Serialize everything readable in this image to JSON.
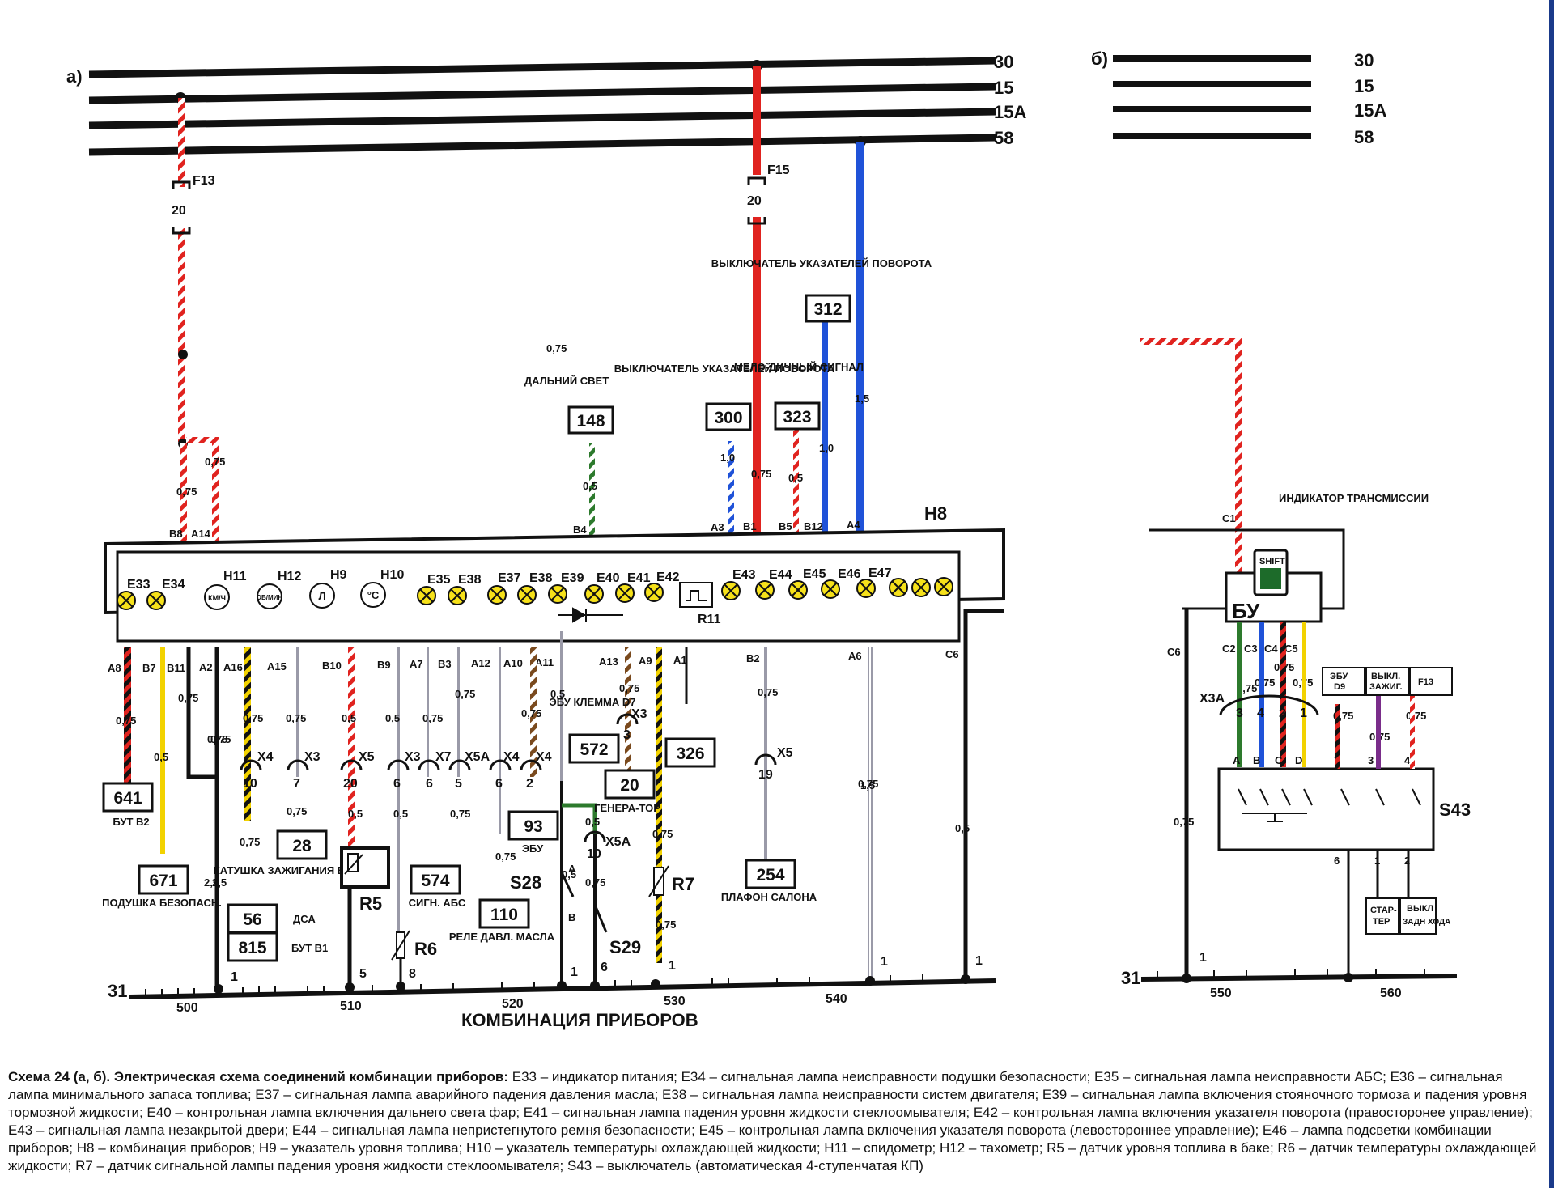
{
  "part_a_label": "а)",
  "part_b_label": "б)",
  "buses": [
    "30",
    "15",
    "15А",
    "58"
  ],
  "ground_bus": "31",
  "fuses": [
    {
      "name": "F13",
      "rating": "20"
    },
    {
      "name": "F15",
      "rating": "20"
    }
  ],
  "h8": {
    "label": "Н8",
    "caption": "КОМБИНАЦИЯ ПРИБОРОВ"
  },
  "top_pins": [
    "В8",
    "А14",
    "В4",
    "А3",
    "В1",
    "В5",
    "В12",
    "А4"
  ],
  "bottom_pins": [
    "А8",
    "В7",
    "В11",
    "А2",
    "А16",
    "А15",
    "В10",
    "В9",
    "А7",
    "В3",
    "А12",
    "А10",
    "А11",
    "А13",
    "А9",
    "А1",
    "В2",
    "А6",
    "С6"
  ],
  "components": [
    "Е33",
    "Е34",
    "Н11",
    "Н12",
    "Н9",
    "Н10",
    "Е35",
    "Е38",
    "Е37",
    "Е38",
    "Е39",
    "Е40",
    "Е41",
    "Е42",
    "R11",
    "Е43",
    "Е44",
    "Е45",
    "Е46",
    "Е47"
  ],
  "gauge_symbols": {
    "h11": "КМ/Ч",
    "h12": "ОБ/МИН",
    "h9": "Л",
    "h10": "°С"
  },
  "wire_sizes": [
    "0,75",
    "0,75",
    "0,75",
    "0,5",
    "1,0",
    "0,75",
    "0,5",
    "1,0",
    "1,5",
    "0,75",
    "0,75",
    "0,5",
    "0,75",
    "2,5",
    "0,75",
    "0,75",
    "0,75",
    "0,75",
    "0,5",
    "0,5",
    "0,5",
    "0,5",
    "0,75",
    "0,75",
    "0,75",
    "0,75",
    "0,75",
    "0,5",
    "0,75",
    "0,5",
    "0,5",
    "0,75",
    "0,75",
    "0,75",
    "0,75",
    "0,75",
    "0,5",
    "1,5",
    "0,75",
    "0,75",
    "0,75",
    "0,75",
    "0,75",
    "0,75",
    "0,75",
    "0,75",
    "2,5",
    "0,75"
  ],
  "connectors": [
    "Х4",
    "Х3",
    "Х5",
    "Х3",
    "Х7",
    "Х5А",
    "Х4",
    "Х4",
    "Х3",
    "Х5А",
    "Х5",
    "Х3А"
  ],
  "pin_numbers": [
    "10",
    "7",
    "20",
    "6",
    "6",
    "5",
    "6",
    "2",
    "3",
    "10",
    "19",
    "3",
    "4",
    "2",
    "1",
    "7",
    "3",
    "4",
    "6",
    "1",
    "2"
  ],
  "boxes": [
    {
      "num": "641",
      "label": "БУТ В2"
    },
    {
      "num": "671",
      "label": "ПОДУШКА БЕЗОПАСН."
    },
    {
      "num": "56",
      "label": "ДСА"
    },
    {
      "num": "815",
      "label": "БУТ В1"
    },
    {
      "num": "28",
      "label": "КАТУШКА ЗАЖИГАНИЯ ВЫВОД А"
    },
    {
      "num": "574",
      "label": "СИГН. АБС"
    },
    {
      "num": "110",
      "label": "РЕЛЕ ДАВЛ. МАСЛА"
    },
    {
      "num": "93",
      "label": "ЭБУ"
    },
    {
      "num": "572",
      "label": "ЭБУ КЛЕММА D7"
    },
    {
      "num": "20",
      "label": "ГЕНЕРА-ТОР"
    },
    {
      "num": "326",
      "label": ""
    },
    {
      "num": "254",
      "label": "ПЛАФОН САЛОНА"
    },
    {
      "num": "148",
      "label": "ДАЛЬНИЙ СВЕТ"
    },
    {
      "num": "300",
      "label": "ВЫКЛЮЧАТЕЛЬ УКАЗАТЕЛЕЙ ПОВОРОТА"
    },
    {
      "num": "323",
      "label": "МЕЛО-ДИЧНЫЙ СИГНАЛ"
    },
    {
      "num": "312",
      "label": "ВЫКЛЮЧАТЕЛЬ УКАЗАТЕЛЕЙ ПОВОРОТА"
    }
  ],
  "sensors": [
    "R5",
    "R6",
    "R7",
    "S28",
    "S29"
  ],
  "switch_contacts": [
    "А",
    "В"
  ],
  "ground_marks": [
    "1",
    "5",
    "8",
    "1",
    "6",
    "1",
    "1",
    "1",
    "1"
  ],
  "scale_marks": [
    "500",
    "510",
    "520",
    "530",
    "540",
    "550",
    "560"
  ],
  "right": {
    "indicator": "ИНДИКАТОР ТРАНСМИССИИ",
    "shift": "SHIFT",
    "control_unit": "БУ",
    "pins": [
      "С1",
      "С6",
      "С2",
      "С3",
      "С4",
      "С5"
    ],
    "switch": "S43",
    "switch_contacts": [
      "А",
      "В",
      "С",
      "D"
    ],
    "small_boxes": [
      {
        "line1": "ЭБУ",
        "line2": "D9"
      },
      {
        "line1": "ВЫКЛ.",
        "line2": "ЗАЖИГ."
      },
      {
        "line1": "F13",
        "line2": ""
      },
      {
        "line1": "СТАР-",
        "line2": "ТЕР"
      },
      {
        "line1": "ВЫКЛ",
        "line2": "ЗАДН ХОДА"
      }
    ]
  },
  "caption": {
    "title": "Схема 24 (а, б). Электрическая схема соединений комбинации приборов:",
    "text": "Е33 – индикатор питания; Е34 – сигнальная лампа неисправности подушки безопасности; Е35 – сигнальная лампа неисправности АБС; Е36 – сигнальная лампа минимального запаса топлива; Е37 – сигнальная лампа аварийного падения давления масла; Е38 – сигнальная лампа неисправности систем двигателя; Е39 – сигнальная лампа включения стояночного тормоза и падения уровня тормозной жидкости; Е40 – контрольная лампа включения дальнего света фар; Е41 – сигнальная лампа падения уровня жидкости стеклоомывателя; Е42 – контрольная лампа включения указателя поворота (правосторонее управление); Е43 – сигнальная лампа незакрытой двери; Е44 – сигнальная лампа непристегнутого ремня безопасности; Е45 – контрольная лампа включения указателя поворота (левостороннее управление); Е46 – лампа подсветки комбинации приборов; Н8 – комбинация приборов; Н9 – указатель уровня топлива; Н10 – указатель температуры охлаждающей жидкости; Н11 – спидометр; Н12 – тахометр; R5 – датчик уровня топлива в баке; R6 – датчик температуры охлаждающей жидкости; R7 – датчик сигнальной лампы падения уровня жидкости стеклоомывателя; S43 – выключатель (автоматическая 4-ступенчатая КП)"
  },
  "colors": {
    "bus": "#111111",
    "red": "#e0231f",
    "blue": "#1f52d8",
    "green": "#2d7a2d",
    "yellow": "#f2d200",
    "lamp": "#f6e11a",
    "panel": "#ffffff"
  }
}
